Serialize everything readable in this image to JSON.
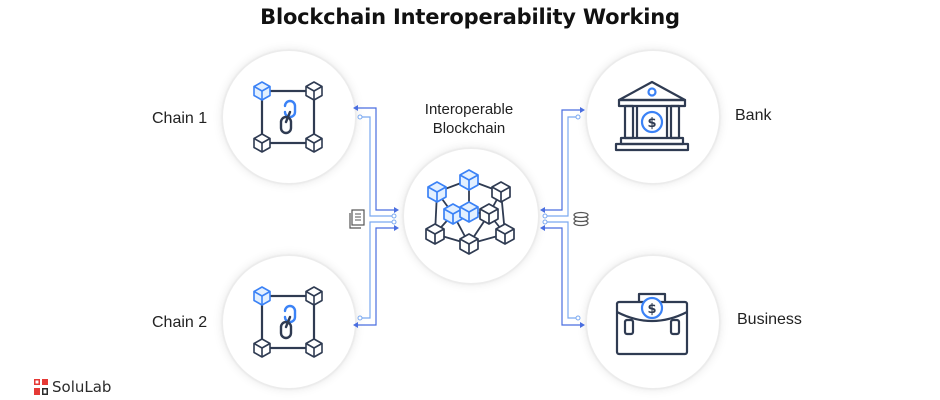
{
  "title": "Blockchain Interoperability Working",
  "nodes": {
    "chain1": {
      "label": "Chain 1"
    },
    "chain2": {
      "label": "Chain 2"
    },
    "center": {
      "label_line1": "Interoperable",
      "label_line2": "Blockchain"
    },
    "bank": {
      "label": "Bank"
    },
    "business": {
      "label": "Business"
    }
  },
  "brand": {
    "name": "SoluLab"
  },
  "colors": {
    "accent_blue": "#3b82f6",
    "dark_navy": "#2f3b52",
    "arrow_blue": "#4a6ee0",
    "arrow_light": "#7aa9f0",
    "logo_red": "#e53935"
  },
  "icons": {
    "document": "document-icon",
    "coins": "coins-icon",
    "chain_link": "chain-link-icon",
    "bank": "bank-icon",
    "briefcase": "briefcase-dollar-icon",
    "network": "block-network-icon"
  }
}
